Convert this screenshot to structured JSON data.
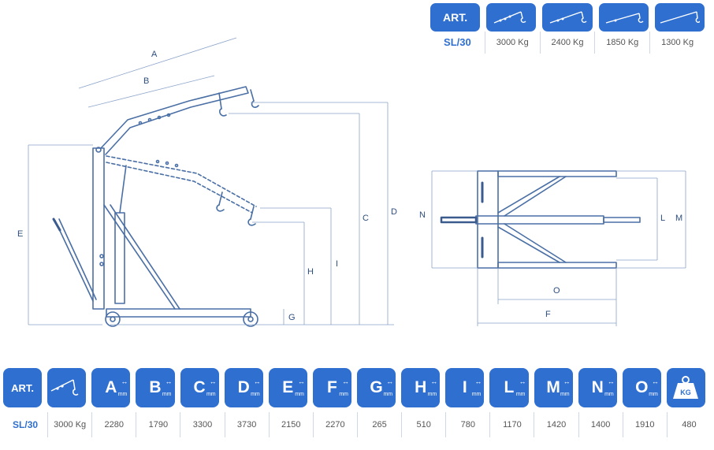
{
  "top_table": {
    "header": "ART.",
    "model": "SL/30",
    "capacities": [
      "3000 Kg",
      "2400 Kg",
      "1850 Kg",
      "1300 Kg"
    ]
  },
  "dimension_labels": {
    "A": "A",
    "B": "B",
    "C": "C",
    "D": "D",
    "E": "E",
    "F": "F",
    "G": "G",
    "H": "H",
    "I": "I",
    "L": "L",
    "M": "M",
    "N": "N",
    "O": "O"
  },
  "bottom_table": {
    "header": "ART.",
    "unit": "mm",
    "weight_icon_text": "KG",
    "columns": [
      "A",
      "B",
      "C",
      "D",
      "E",
      "F",
      "G",
      "H",
      "I",
      "L",
      "M",
      "N",
      "O"
    ],
    "row": {
      "model": "SL/30",
      "capacity": "3000 Kg",
      "values": [
        "2280",
        "1790",
        "3300",
        "3730",
        "2150",
        "2270",
        "265",
        "510",
        "780",
        "1170",
        "1420",
        "1400",
        "1910"
      ],
      "weight": "480"
    }
  },
  "colors": {
    "accent": "#2f6fd0",
    "line": "#4a6fa5",
    "dim": "#8aa2c8"
  }
}
